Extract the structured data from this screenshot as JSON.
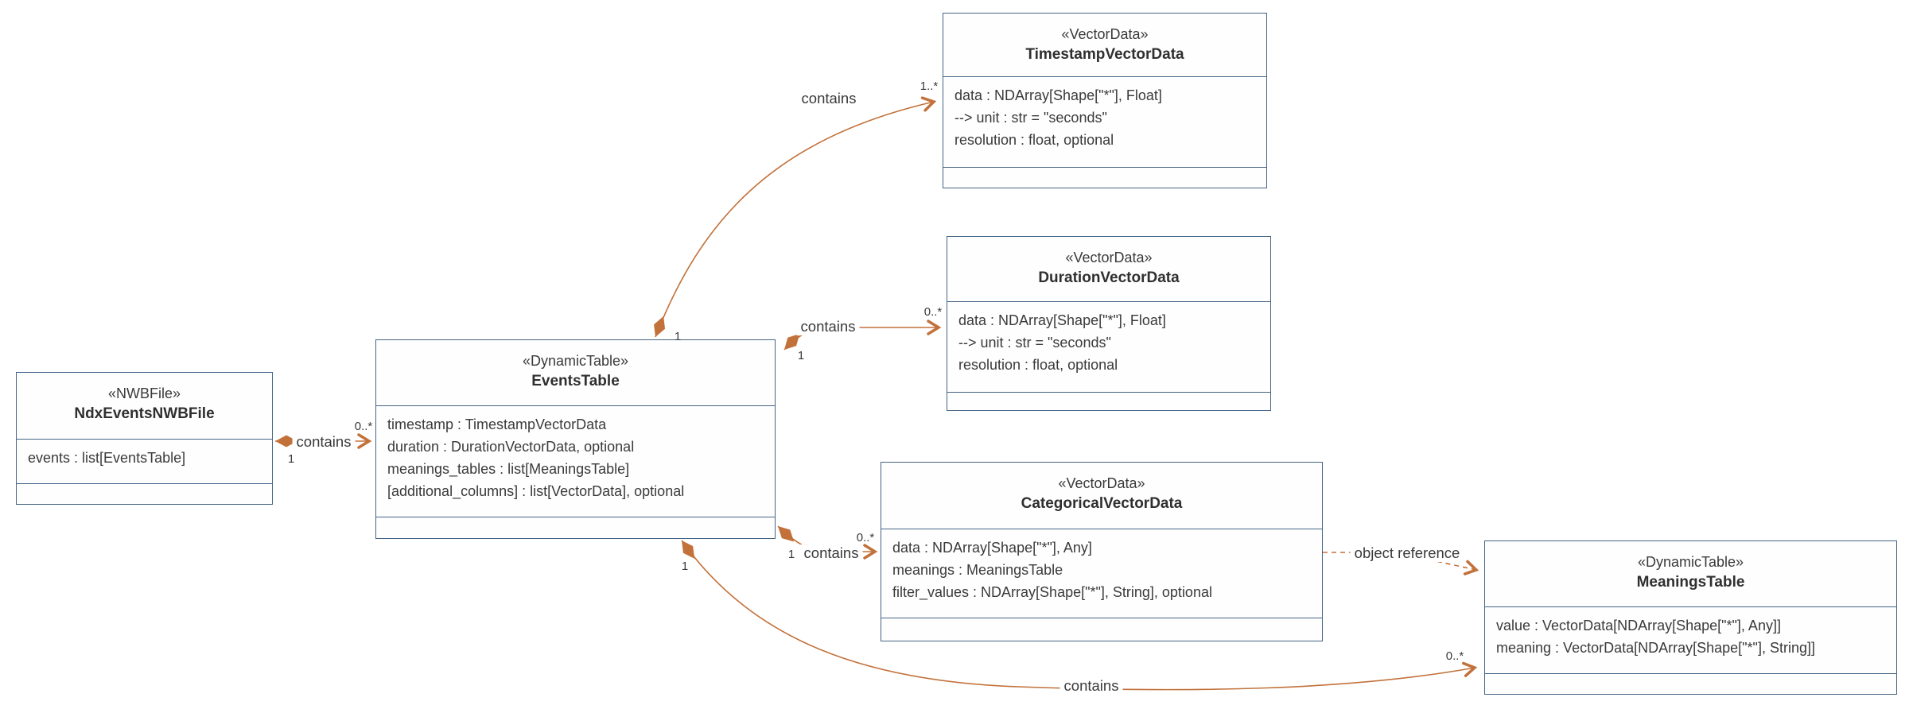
{
  "colors": {
    "accent": "#C2713A",
    "box_border": "#456485",
    "text": "#3A3A3A",
    "background": "#FFFFFF"
  },
  "classes": [
    {
      "id": "ndx-events-nwb-file",
      "stereotype": "«NWBFile»",
      "name": "NdxEventsNWBFile",
      "attributes": [
        "events : list[EventsTable]"
      ]
    },
    {
      "id": "events-table",
      "stereotype": "«DynamicTable»",
      "name": "EventsTable",
      "attributes": [
        "timestamp : TimestampVectorData",
        "duration : DurationVectorData, optional",
        "meanings_tables : list[MeaningsTable]",
        "[additional_columns] : list[VectorData], optional"
      ]
    },
    {
      "id": "timestamp-vector-data",
      "stereotype": "«VectorData»",
      "name": "TimestampVectorData",
      "attributes": [
        "data : NDArray[Shape[\"*\"], Float]",
        "--> unit : str = \"seconds\"",
        "resolution : float, optional"
      ]
    },
    {
      "id": "duration-vector-data",
      "stereotype": "«VectorData»",
      "name": "DurationVectorData",
      "attributes": [
        "data : NDArray[Shape[\"*\"], Float]",
        "--> unit : str = \"seconds\"",
        "resolution : float, optional"
      ]
    },
    {
      "id": "categorical-vector-data",
      "stereotype": "«VectorData»",
      "name": "CategoricalVectorData",
      "attributes": [
        "data : NDArray[Shape[\"*\"], Any]",
        "meanings : MeaningsTable",
        "filter_values : NDArray[Shape[\"*\"], String], optional"
      ]
    },
    {
      "id": "meanings-table",
      "stereotype": "«DynamicTable»",
      "name": "MeaningsTable",
      "attributes": [
        "value : VectorData[NDArray[Shape[\"*\"], Any]]",
        "meaning : VectorData[NDArray[Shape[\"*\"], String]]"
      ]
    }
  ],
  "edges": [
    {
      "from": "NdxEventsNWBFile",
      "to": "EventsTable",
      "type": "composition",
      "label": "contains",
      "source_multiplicity": "1",
      "target_multiplicity": "0..*"
    },
    {
      "from": "EventsTable",
      "to": "TimestampVectorData",
      "type": "composition",
      "label": "contains",
      "source_multiplicity": "1",
      "target_multiplicity": "1..*"
    },
    {
      "from": "EventsTable",
      "to": "DurationVectorData",
      "type": "composition",
      "label": "contains",
      "source_multiplicity": "1",
      "target_multiplicity": "0..*"
    },
    {
      "from": "EventsTable",
      "to": "CategoricalVectorData",
      "type": "composition",
      "label": "contains",
      "source_multiplicity": "1",
      "target_multiplicity": "0..*"
    },
    {
      "from": "EventsTable",
      "to": "MeaningsTable",
      "type": "composition",
      "label": "contains",
      "source_multiplicity": "1",
      "target_multiplicity": "0..*"
    },
    {
      "from": "CategoricalVectorData",
      "to": "MeaningsTable",
      "type": "dashed-dependency",
      "label": "object reference",
      "source_multiplicity": "",
      "target_multiplicity": ""
    }
  ]
}
